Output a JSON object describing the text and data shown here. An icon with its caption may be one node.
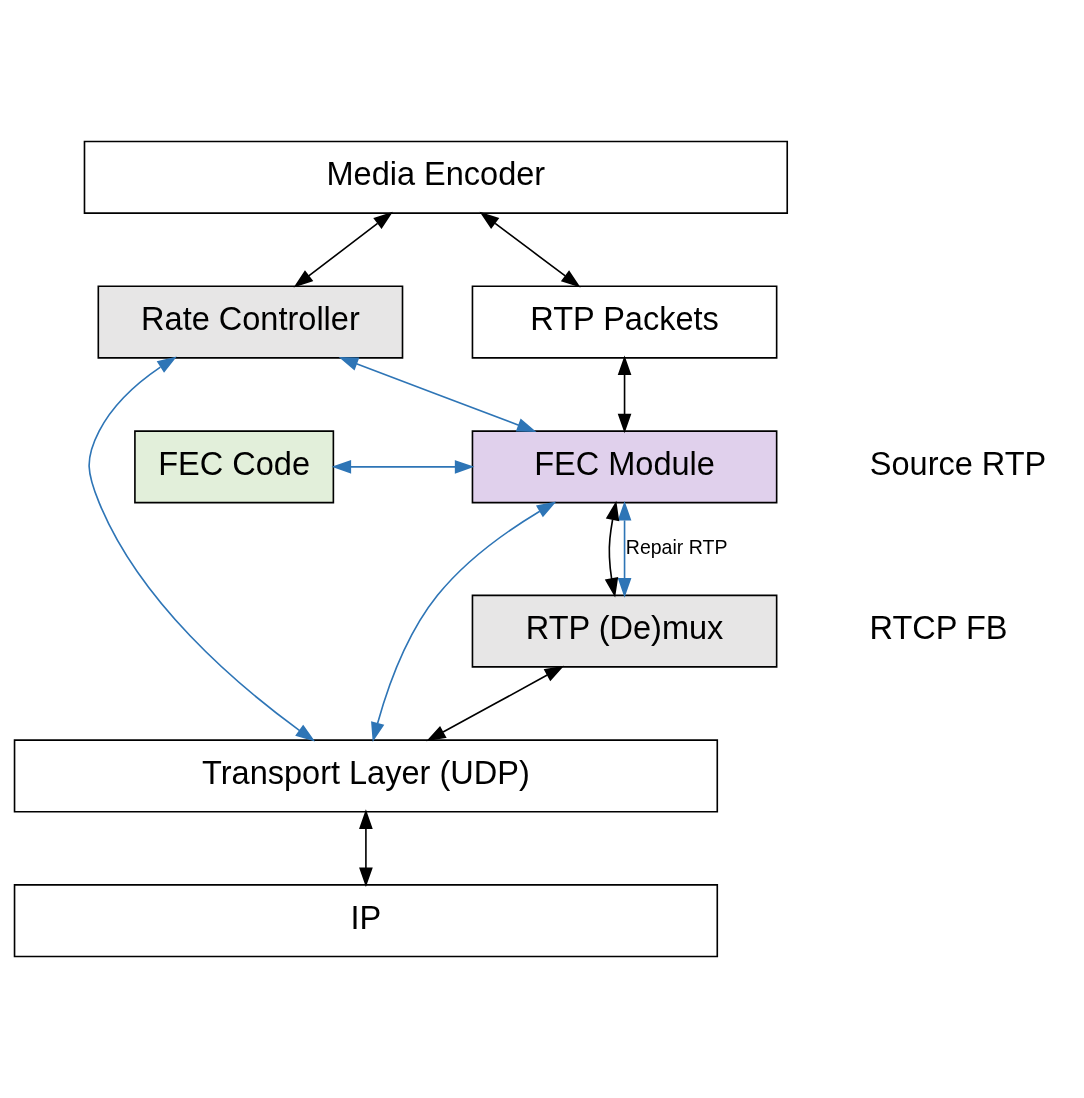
{
  "diagram": {
    "nodes": [
      {
        "text": [
          "Media Encoder"
        ]
      },
      {
        "text": [
          "Rate Controller"
        ]
      },
      {
        "text": [
          "RTP Packets"
        ]
      },
      {
        "text": [
          "FEC Code"
        ]
      },
      {
        "text": [
          "FEC Module"
        ]
      },
      {
        "text": [
          "RTP (De)mux"
        ]
      },
      {
        "text": [
          "Transport Layer (UDP)"
        ]
      },
      {
        "text": [
          "IP"
        ]
      }
    ],
    "edges": [
      {
        "from": 0,
        "to": 1,
        "arrow": "both"
      },
      {
        "from": 0,
        "to": 2,
        "arrow": "both"
      },
      {
        "from": 2,
        "to": 4,
        "arrow": "both"
      },
      {
        "from": 1,
        "to": 4,
        "arrow": "both",
        "color": "#2e75b6"
      },
      {
        "from": 3,
        "to": 4,
        "arrow": "both",
        "color": "#2e75b6"
      },
      {
        "from": 1,
        "to": 6,
        "arrow": "both",
        "color": "#2e75b6"
      },
      {
        "from": 6,
        "to": 4,
        "arrow": "both",
        "color": "#2e75b6"
      },
      {
        "from": 4,
        "to": 5,
        "arrow": "both",
        "label": "Repair RTP",
        "color": "#2e75b6"
      },
      {
        "from": 4,
        "to": 5,
        "arrow": "both"
      },
      {
        "from": 5,
        "to": 6,
        "arrow": "both"
      },
      {
        "from": 6,
        "to": 7,
        "arrow": "both"
      }
    ],
    "labels": [
      "Source RTP",
      "RTCP FB"
    ]
  }
}
